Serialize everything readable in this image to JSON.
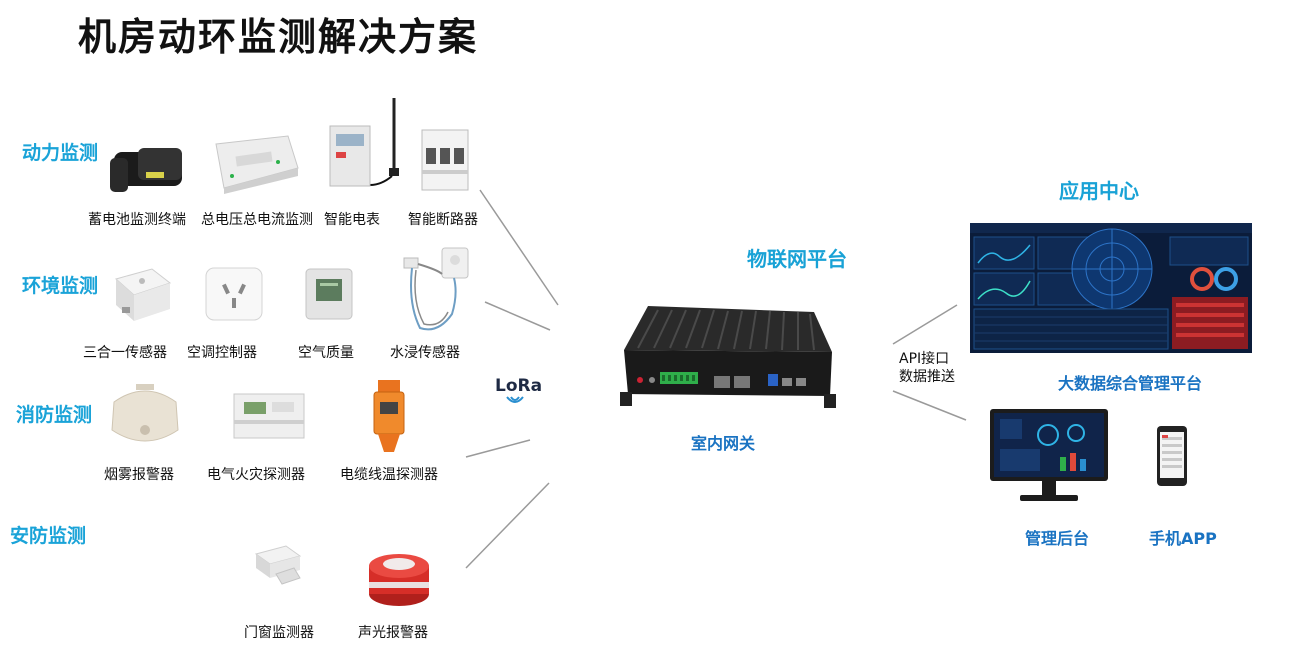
{
  "title": "机房动环监测解决方案",
  "categories": {
    "power": "动力监测",
    "environment": "环境监测",
    "fire": "消防监测",
    "security": "安防监测"
  },
  "devices": {
    "battery": "蓄电池监测终端",
    "voltage_current": "总电压总电流监测",
    "smart_meter": "智能电表",
    "smart_breaker": "智能断路器",
    "three_in_one": "三合一传感器",
    "ac_controller": "空调控制器",
    "air_quality": "空气质量",
    "water_sensor": "水浸传感器",
    "smoke_alarm": "烟雾报警器",
    "fire_detector": "电气火灾探测器",
    "cable_temp": "电缆线温探测器",
    "door_sensor": "门窗监测器",
    "sound_light_alarm": "声光报警器"
  },
  "lora": "LoRa",
  "iot_platform": "物联网平台",
  "gateway": "室内网关",
  "api": {
    "line1": "API接口",
    "line2": "数据推送"
  },
  "app_center": "应用中心",
  "bigdata_platform": "大数据综合管理平台",
  "admin_backend": "管理后台",
  "mobile_app": "手机APP"
}
